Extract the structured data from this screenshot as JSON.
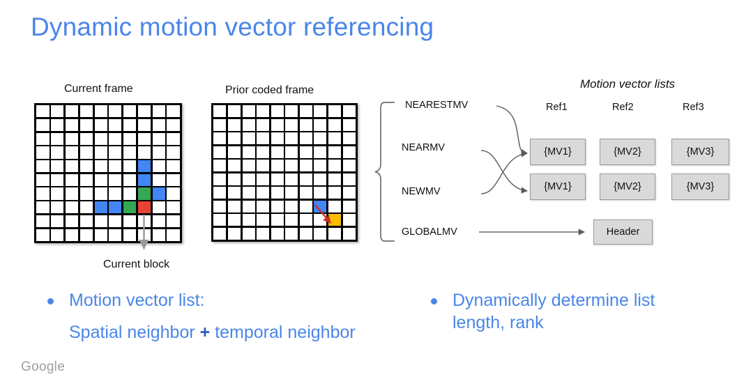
{
  "slide": {
    "title": "Dynamic motion vector referencing",
    "footer_logo": "Google"
  },
  "diagrams": {
    "current_frame": {
      "caption": "Current frame",
      "block_caption": "Current block",
      "rows": 10,
      "cols": 10,
      "colored_cells": [
        {
          "row": 4,
          "col": 7,
          "color": "blue"
        },
        {
          "row": 5,
          "col": 7,
          "color": "blue"
        },
        {
          "row": 6,
          "col": 7,
          "color": "green"
        },
        {
          "row": 6,
          "col": 8,
          "color": "blue"
        },
        {
          "row": 7,
          "col": 4,
          "color": "blue"
        },
        {
          "row": 7,
          "col": 5,
          "color": "blue"
        },
        {
          "row": 7,
          "col": 6,
          "color": "green"
        },
        {
          "row": 7,
          "col": 7,
          "color": "red"
        }
      ],
      "arrow": "down-arrow-to-current-block"
    },
    "prior_frame": {
      "caption": "Prior coded frame",
      "rows": 10,
      "cols": 10,
      "colored_cells": [
        {
          "row": 7,
          "col": 7,
          "color": "blue"
        },
        {
          "row": 8,
          "col": 8,
          "color": "orange"
        }
      ],
      "arrow": "motion-vector-arrow"
    }
  },
  "mv_lists": {
    "heading": "Motion vector lists",
    "modes": [
      "NEARESTMV",
      "NEARMV",
      "NEWMV",
      "GLOBALMV"
    ],
    "ref_headers": [
      "Ref1",
      "Ref2",
      "Ref3"
    ],
    "rows": [
      [
        "{MV1}",
        "{MV2}",
        "{MV3}"
      ],
      [
        "{MV1}",
        "{MV2}",
        "{MV3}"
      ]
    ],
    "header_box": "Header"
  },
  "bullets": {
    "left": {
      "line1": "Motion vector list:",
      "line2_a": "Spatial neighbor ",
      "line2_plus": "+",
      "line2_b": " temporal neighbor"
    },
    "right": {
      "line1": "Dynamically determine list",
      "line2": "length, rank"
    }
  },
  "colors": {
    "accent_blue": "#4a86e8",
    "cell_blue": "#4285f4",
    "cell_green": "#34a853",
    "cell_red": "#ea4335",
    "cell_orange": "#fbbc04",
    "box_gray": "#d9d9d9"
  }
}
